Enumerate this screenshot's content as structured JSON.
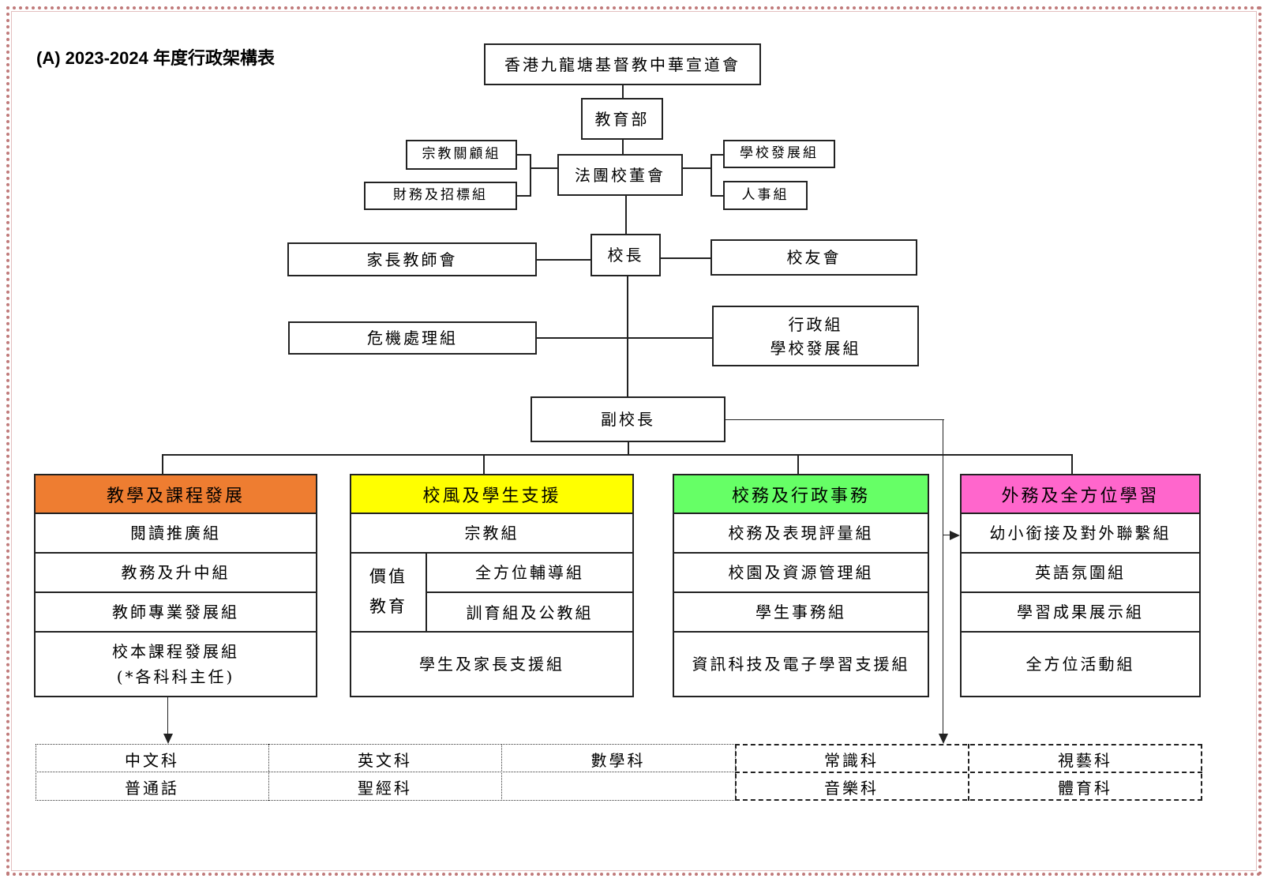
{
  "title": "(A) 2023-2024 年度行政架構表",
  "top": {
    "church": "香港九龍塘基督教中華宣道會",
    "edu_dept": "教育部",
    "board": "法團校董會",
    "religious": "宗教關顧組",
    "finance": "財務及招標組",
    "school_dev": "學校發展組",
    "personnel": "人事組",
    "principal": "校長",
    "pta": "家長教師會",
    "alumni": "校友會",
    "crisis": "危機處理組",
    "admin_line1": "行政組",
    "admin_line2": "學校發展組",
    "vice_principal": "副校長"
  },
  "departments": [
    {
      "name": "教學及課程發展",
      "color": "#ee7d31",
      "rows": [
        "閱讀推廣組",
        "教務及升中組",
        "教師專業發展組"
      ],
      "last_line1": "校本課程發展組",
      "last_line2": "(*各科科主任)"
    },
    {
      "name": "校風及學生支援",
      "color": "#ffff00",
      "top_row": "宗教組",
      "value_label_1": "價值",
      "value_label_2": "教育",
      "value_rows": [
        "全方位輔導組",
        "訓育組及公教組"
      ],
      "last": "學生及家長支援組"
    },
    {
      "name": "校務及行政事務",
      "color": "#66ff66",
      "rows": [
        "校務及表現評量組",
        "校園及資源管理組",
        "學生事務組"
      ],
      "last": "資訊科技及電子學習支援組"
    },
    {
      "name": "外務及全方位學習",
      "color": "#ff66cc",
      "rows": [
        "幼小銜接及對外聯繫組",
        "英語氛圍組",
        "學習成果展示組"
      ],
      "last": "全方位活動組"
    }
  ],
  "subjects": {
    "row1": [
      "中文科",
      "英文科",
      "數學科",
      "常識科",
      "視藝科"
    ],
    "row2": [
      "普通話",
      "聖經科",
      "",
      "音樂科",
      "體育科"
    ]
  }
}
